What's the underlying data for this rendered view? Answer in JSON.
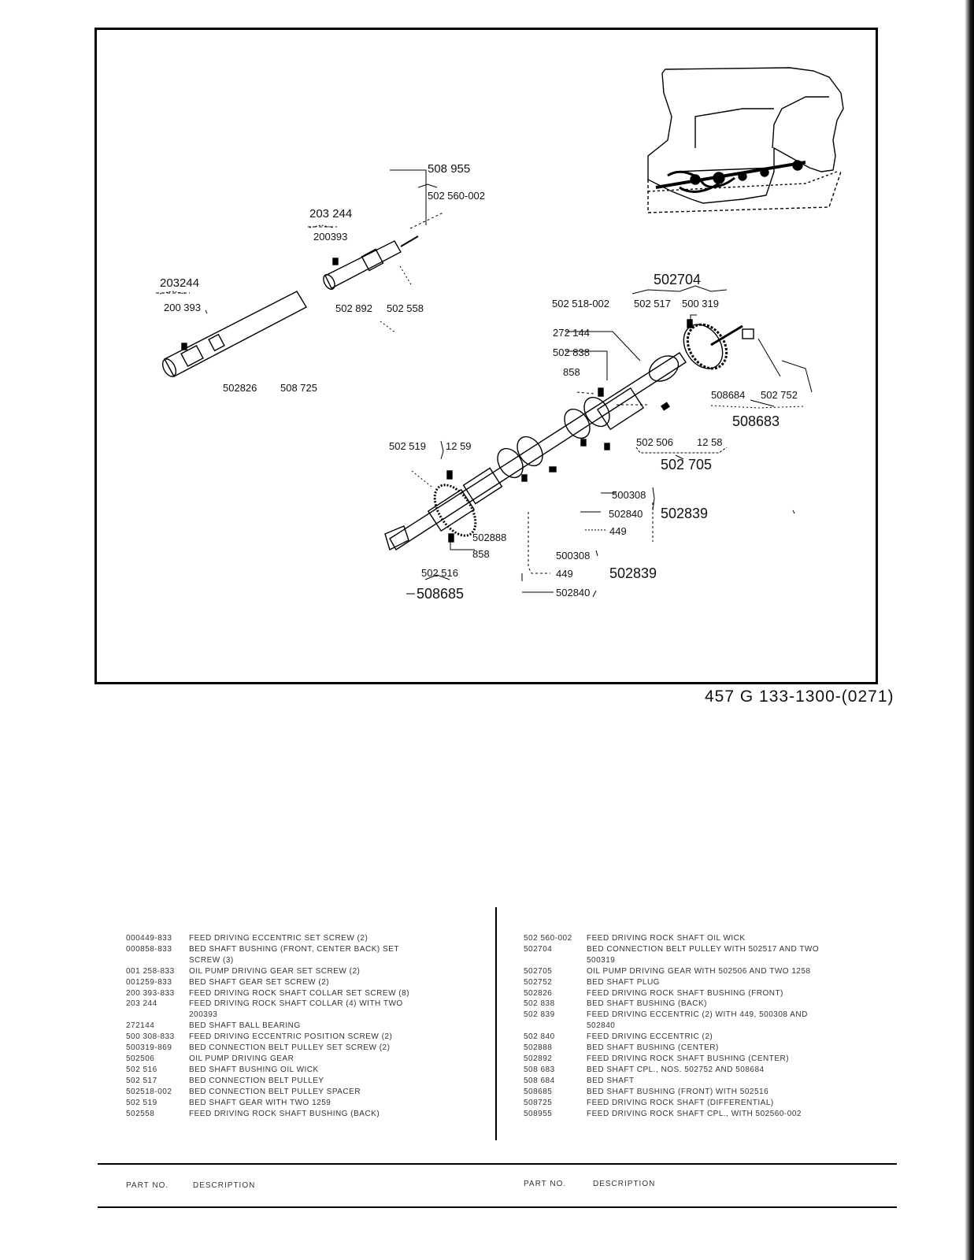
{
  "figure_number": "457 G 133-1300-(0271)",
  "diagram_labels": {
    "l_508955": "508 955",
    "l_502560_002": "502 560-002",
    "l_203244_top": "203 244",
    "l_200393_top": "200393",
    "l_203244_left": "203244",
    "l_200393_left": "200 393",
    "l_502892": "502 892",
    "l_502558": "502 558",
    "l_502826": "502826",
    "l_508725": "508 725",
    "l_502704": "502704",
    "l_502518_002": "502 518-002",
    "l_502517": "502 517",
    "l_500319": "500 319",
    "l_272144": "272 144",
    "l_502838": "502 838",
    "l_858_top": "858",
    "l_508684": "508684",
    "l_502752": "502 752",
    "l_508683": "508683",
    "l_502519": "502 519",
    "l_1259": "12 59",
    "l_502506": "502 506",
    "l_1258": "12 58",
    "l_502705": "502 705",
    "l_500308_a": "500308",
    "l_502840_a": "502840",
    "l_502839_a": "502839",
    "l_449_a": "449",
    "l_502888": "502888",
    "l_858_bottom": "858",
    "l_500308_b": "500308",
    "l_449_b": "449",
    "l_502839_b": "502839",
    "l_502840_b": "502840",
    "l_502516": "502 516",
    "l_508685": "508685"
  },
  "parts_left": [
    {
      "part_no": "000449-833",
      "description": "FEED DRIVING ECCENTRIC SET SCREW (2)"
    },
    {
      "part_no": "000858-833",
      "description": "BED SHAFT BUSHING (FRONT, CENTER BACK) SET SCREW (3)"
    },
    {
      "part_no": "001 258-833",
      "description": "OIL PUMP DRIVING GEAR SET SCREW (2)"
    },
    {
      "part_no": "001259-833",
      "description": "BED SHAFT GEAR SET SCREW (2)"
    },
    {
      "part_no": "200 393-833",
      "description": "FEED DRIVING ROCK SHAFT COLLAR SET SCREW (8)"
    },
    {
      "part_no": "203 244",
      "description": "FEED DRIVING ROCK SHAFT COLLAR (4) WITH TWO 200393"
    },
    {
      "part_no": "272144",
      "description": "BED SHAFT BALL BEARING"
    },
    {
      "part_no": "500 308-833",
      "description": "FEED DRIVING ECCENTRIC POSITION SCREW (2)"
    },
    {
      "part_no": "500319-869",
      "description": "BED CONNECTION BELT PULLEY SET SCREW (2)"
    },
    {
      "part_no": "502506",
      "description": "OIL PUMP DRIVING GEAR"
    },
    {
      "part_no": "502 516",
      "description": "BED SHAFT BUSHING OIL WICK"
    },
    {
      "part_no": "502 517",
      "description": "BED CONNECTION BELT PULLEY"
    },
    {
      "part_no": "502518-002",
      "description": "BED CONNECTION BELT PULLEY SPACER"
    },
    {
      "part_no": "502 519",
      "description": "BED SHAFT GEAR WITH TWO 1259"
    },
    {
      "part_no": "502558",
      "description": "FEED DRIVING ROCK SHAFT BUSHING (BACK)"
    }
  ],
  "parts_right": [
    {
      "part_no": "502 560-002",
      "description": "FEED DRIVING ROCK SHAFT OIL WICK"
    },
    {
      "part_no": "502704",
      "description": "BED CONNECTION BELT PULLEY WITH 502517 AND TWO 500319"
    },
    {
      "part_no": "502705",
      "description": "OIL PUMP DRIVING GEAR WITH 502506 AND TWO 1258"
    },
    {
      "part_no": "502752",
      "description": "BED SHAFT PLUG"
    },
    {
      "part_no": "502826",
      "description": "FEED DRIVING ROCK SHAFT BUSHING (FRONT)"
    },
    {
      "part_no": "502 838",
      "description": "BED SHAFT BUSHING (BACK)"
    },
    {
      "part_no": "502 839",
      "description": "FEED DRIVING ECCENTRIC (2) WITH 449, 500308 AND 502840"
    },
    {
      "part_no": "502 840",
      "description": "FEED DRIVING ECCENTRIC (2)"
    },
    {
      "part_no": "502888",
      "description": "BED SHAFT BUSHING (CENTER)"
    },
    {
      "part_no": "502892",
      "description": "FEED DRIVING ROCK SHAFT BUSHING (CENTER)"
    },
    {
      "part_no": "508 683",
      "description": "BED SHAFT CPL., NOS. 502752 AND 508684"
    },
    {
      "part_no": "508 684",
      "description": "BED SHAFT"
    },
    {
      "part_no": "508685",
      "description": "BED SHAFT BUSHING (FRONT) WITH 502516"
    },
    {
      "part_no": "508725",
      "description": "FEED DRIVING ROCK SHAFT (DIFFERENTIAL)"
    },
    {
      "part_no": "508955",
      "description": "FEED DRIVING ROCK SHAFT CPL., WITH 502560-002"
    }
  ],
  "footer": {
    "part_no_label_left": "PART NO.",
    "description_label_left": "DESCRIPTION",
    "part_no_label_right": "PART NO.",
    "description_label_right": "DESCRIPTION"
  }
}
